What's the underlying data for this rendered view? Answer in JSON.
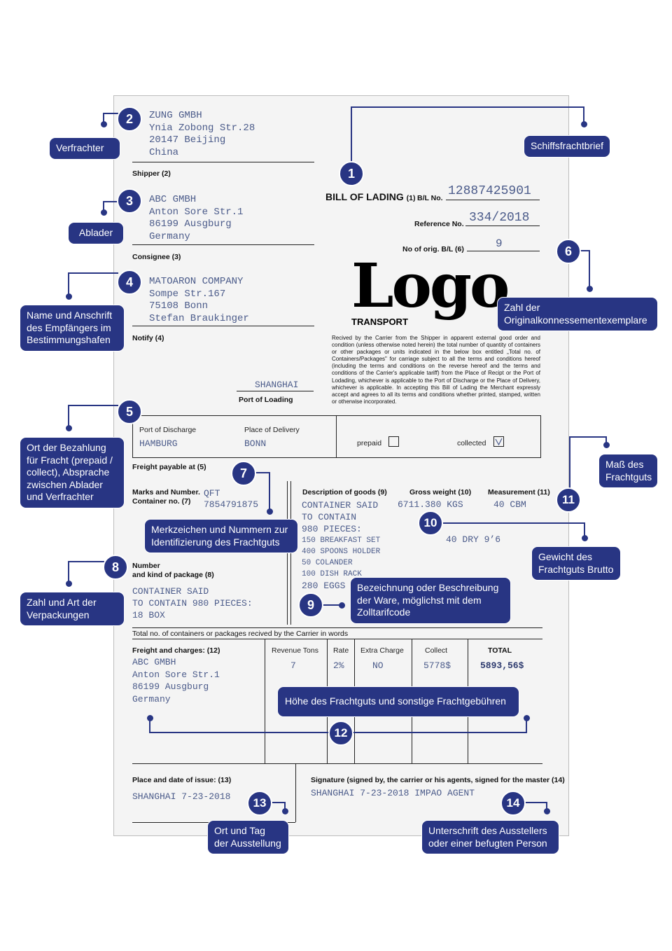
{
  "shipper": {
    "lines": [
      "ZUNG GMBH",
      "Ynia Zobong Str.28",
      "20147 Beijing",
      "China"
    ],
    "label": "Shipper (2)"
  },
  "consignee": {
    "lines": [
      "ABC GMBH",
      "Anton Sore Str.1",
      "86199 Ausgburg",
      "Germany"
    ],
    "label": "Consignee (3)"
  },
  "notify": {
    "lines": [
      "MATOARON COMPANY",
      "Sompe Str.167",
      "75108 Bonn",
      "Stefan Braukinger"
    ],
    "label": "Notify (4)"
  },
  "header": {
    "bill_of_lading": "BILL OF LADING",
    "bol_num": "(1)",
    "bl_no_label": "B/L No.",
    "bl_no": "12887425901",
    "reference_label": "Reference No.",
    "reference": "334/2018",
    "orig_bl_label": "No of orig. B/L (6)",
    "orig_bl": "9"
  },
  "logo": {
    "word": "Logo",
    "sub": "TRANSPORT"
  },
  "legal_text": "Recived by the Carrier from the Shipper in apparent external good order and condition (unless otherwise noted herein) the total number of quantity of containers or other packages or units indicated in the below box entitled „Total no. of Containers/Packages\" for carriage subject to all the terms and conditions hereof (including the terms and conditions on the reverse hereof and the terms and conditions of the Carrier's applicable tariff) from the Place of Recipt or the Port of Lodading, whichever is applicable to the Port of Discharge or the Place of Delivery, whichever is applicable. In accepting this Bill of Lading the Merchant expressly accept and agrees to all its terms and conditions whether printed, stamped, written or otherwise incorporated.",
  "port_loading": {
    "value": "SHANGHAI",
    "label": "Port of Loading"
  },
  "discharge": {
    "label": "Port of Discharge",
    "value": "HAMBURG"
  },
  "delivery": {
    "label": "Place of Delivery",
    "value": "BONN"
  },
  "payment": {
    "prepaid": "prepaid",
    "collected": "collected",
    "collected_checked": true
  },
  "freight_payable": "Freight payable at (5)",
  "marks": {
    "label1": "Marks and Number.",
    "label2": "Container no. (7)",
    "v1": "QFT",
    "v2": "7854791875"
  },
  "package": {
    "label1": "Number",
    "label2": "and kind of package (8)",
    "lines": [
      "CONTAINER SAID",
      "TO CONTAIN 980 PIECES:",
      "18 BOX"
    ]
  },
  "goods": {
    "label": "Description of goods (9)",
    "lines_big": [
      "CONTAINER SAID",
      "TO CONTAIN",
      "980 PIECES:"
    ],
    "lines_small": [
      "150 BREAKFAST SET",
      "400 SPOONS HOLDER",
      "50 COLANDER",
      "100 DISH RACK"
    ],
    "last": "280 EGGS"
  },
  "gross": {
    "label": "Gross weight (10)",
    "value": "6711.380 KGS",
    "dry": "40 DRY 9’6"
  },
  "measure": {
    "label": "Measurement (11)",
    "value": "40 CBM"
  },
  "total_words": "Total no. of containers or packages recived by the Carrier in words",
  "charges": {
    "label": "Freight and charges: (12)",
    "lines": [
      "ABC GMBH",
      "Anton Sore Str.1",
      "86199 Ausgburg",
      "Germany"
    ],
    "cols": [
      {
        "head": "Revenue Tons",
        "val": "7"
      },
      {
        "head": "Rate",
        "val": "2%"
      },
      {
        "head": "Extra Charge",
        "val": "NO"
      },
      {
        "head": "Collect",
        "val": "5778$"
      },
      {
        "head": "TOTAL",
        "val": "5893,56$"
      }
    ]
  },
  "issue": {
    "label": "Place and date of issue: (13)",
    "value": "SHANGHAI 7-23-2018"
  },
  "signature": {
    "label": "Signature (signed by, the carrier or his agents, signed for the master (14)",
    "value": "SHANGHAI 7-23-2018 IMPAO AGENT"
  },
  "badges": [
    "1",
    "2",
    "3",
    "4",
    "5",
    "6",
    "7",
    "8",
    "9",
    "10",
    "11",
    "12",
    "13",
    "14"
  ],
  "callouts": {
    "c1": "Schiffsfrachtbrief",
    "c2": "Verfrachter",
    "c3": "Ablader",
    "c4": "Name und Anschrift des Empfängers im Bestimmungshafen",
    "c5": "Ort der Bezahlung für Fracht (prepaid / collect), Absprache zwischen Ablader und Verfrachter",
    "c6": "Zahl der Originalkonnessementexemplare",
    "c7": "Merkzeichen und Nummern zur Identifizierung des Frachtguts",
    "c8": "Zahl und Art der Verpackungen",
    "c9": "Bezeichnung oder Beschreibung der Ware, möglichst mit dem Zolltarifcode",
    "c10": "Gewicht des Frachtguts Brutto",
    "c11": "Maß des Frachtguts",
    "c12": "Höhe des Frachtguts und sonstige Frachtgebühren",
    "c13": "Ort und Tag der Ausstellung",
    "c14": "Unterschrift des Ausstellers oder einer befugten Person"
  },
  "colors": {
    "accent": "#283583",
    "mono_text": "#4b5b8a",
    "sheet": "#f4f4f4"
  }
}
